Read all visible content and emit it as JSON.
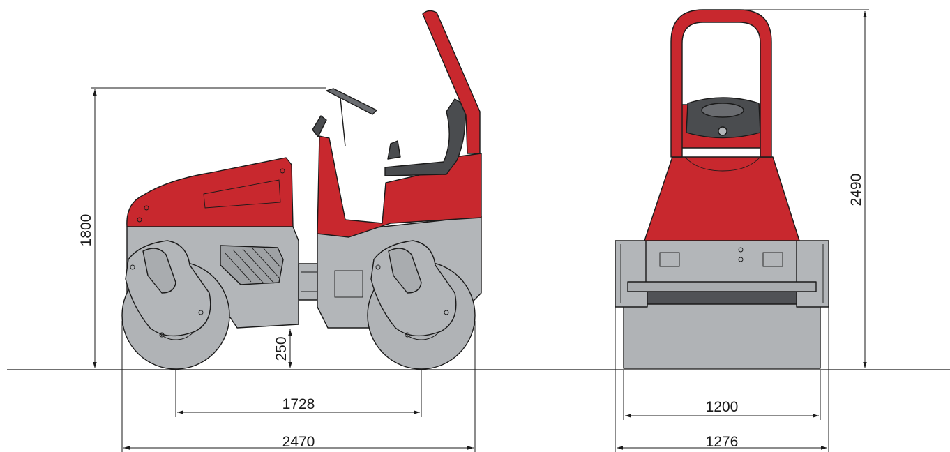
{
  "diagram": {
    "side_view": {
      "height_label": "1800",
      "ground_clearance_label": "250",
      "wheelbase_label": "1728",
      "overall_length_label": "2470"
    },
    "front_view": {
      "height_label": "2490",
      "drum_width_label": "1200",
      "overall_width_label": "1276"
    },
    "colors": {
      "body_red": "#c8282e",
      "frame_grey": "#b3b6b9",
      "drum_grey": "#b0b3b6",
      "seat_dark": "#4a4c4f",
      "line": "#1a1a1a"
    }
  }
}
